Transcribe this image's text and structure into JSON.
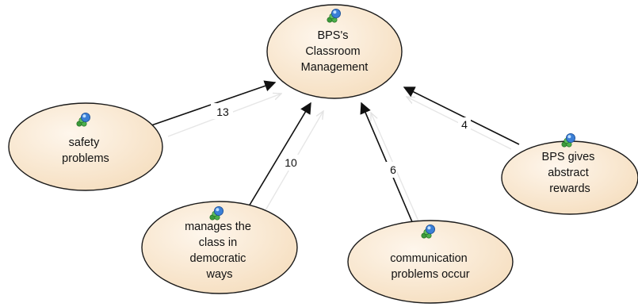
{
  "diagram": {
    "colors": {
      "node_fill_light": "#fdf3e6",
      "node_fill_dark": "#f6dfc1",
      "node_stroke": "#1a1a1a",
      "edge": "#111111",
      "icon_blue": "#3b7fd6",
      "icon_green": "#3c9a3c"
    },
    "nodes": {
      "center": {
        "icon": "concept-icon",
        "lines": [
          "BPS's",
          "Classroom",
          "Management"
        ]
      },
      "safety": {
        "icon": "concept-icon",
        "lines": [
          "safety",
          "problems"
        ]
      },
      "democratic": {
        "icon": "concept-icon",
        "lines": [
          "manages the",
          "class in",
          "democratic",
          "ways"
        ]
      },
      "communication": {
        "icon": "concept-icon",
        "lines": [
          "communication",
          "problems occur"
        ]
      },
      "rewards": {
        "icon": "concept-icon",
        "lines": [
          "BPS gives",
          "abstract",
          "rewards"
        ]
      }
    },
    "edges": {
      "safety": {
        "label": "13"
      },
      "democratic": {
        "label": "10"
      },
      "communication": {
        "label": "6"
      },
      "rewards": {
        "label": "4"
      }
    }
  }
}
